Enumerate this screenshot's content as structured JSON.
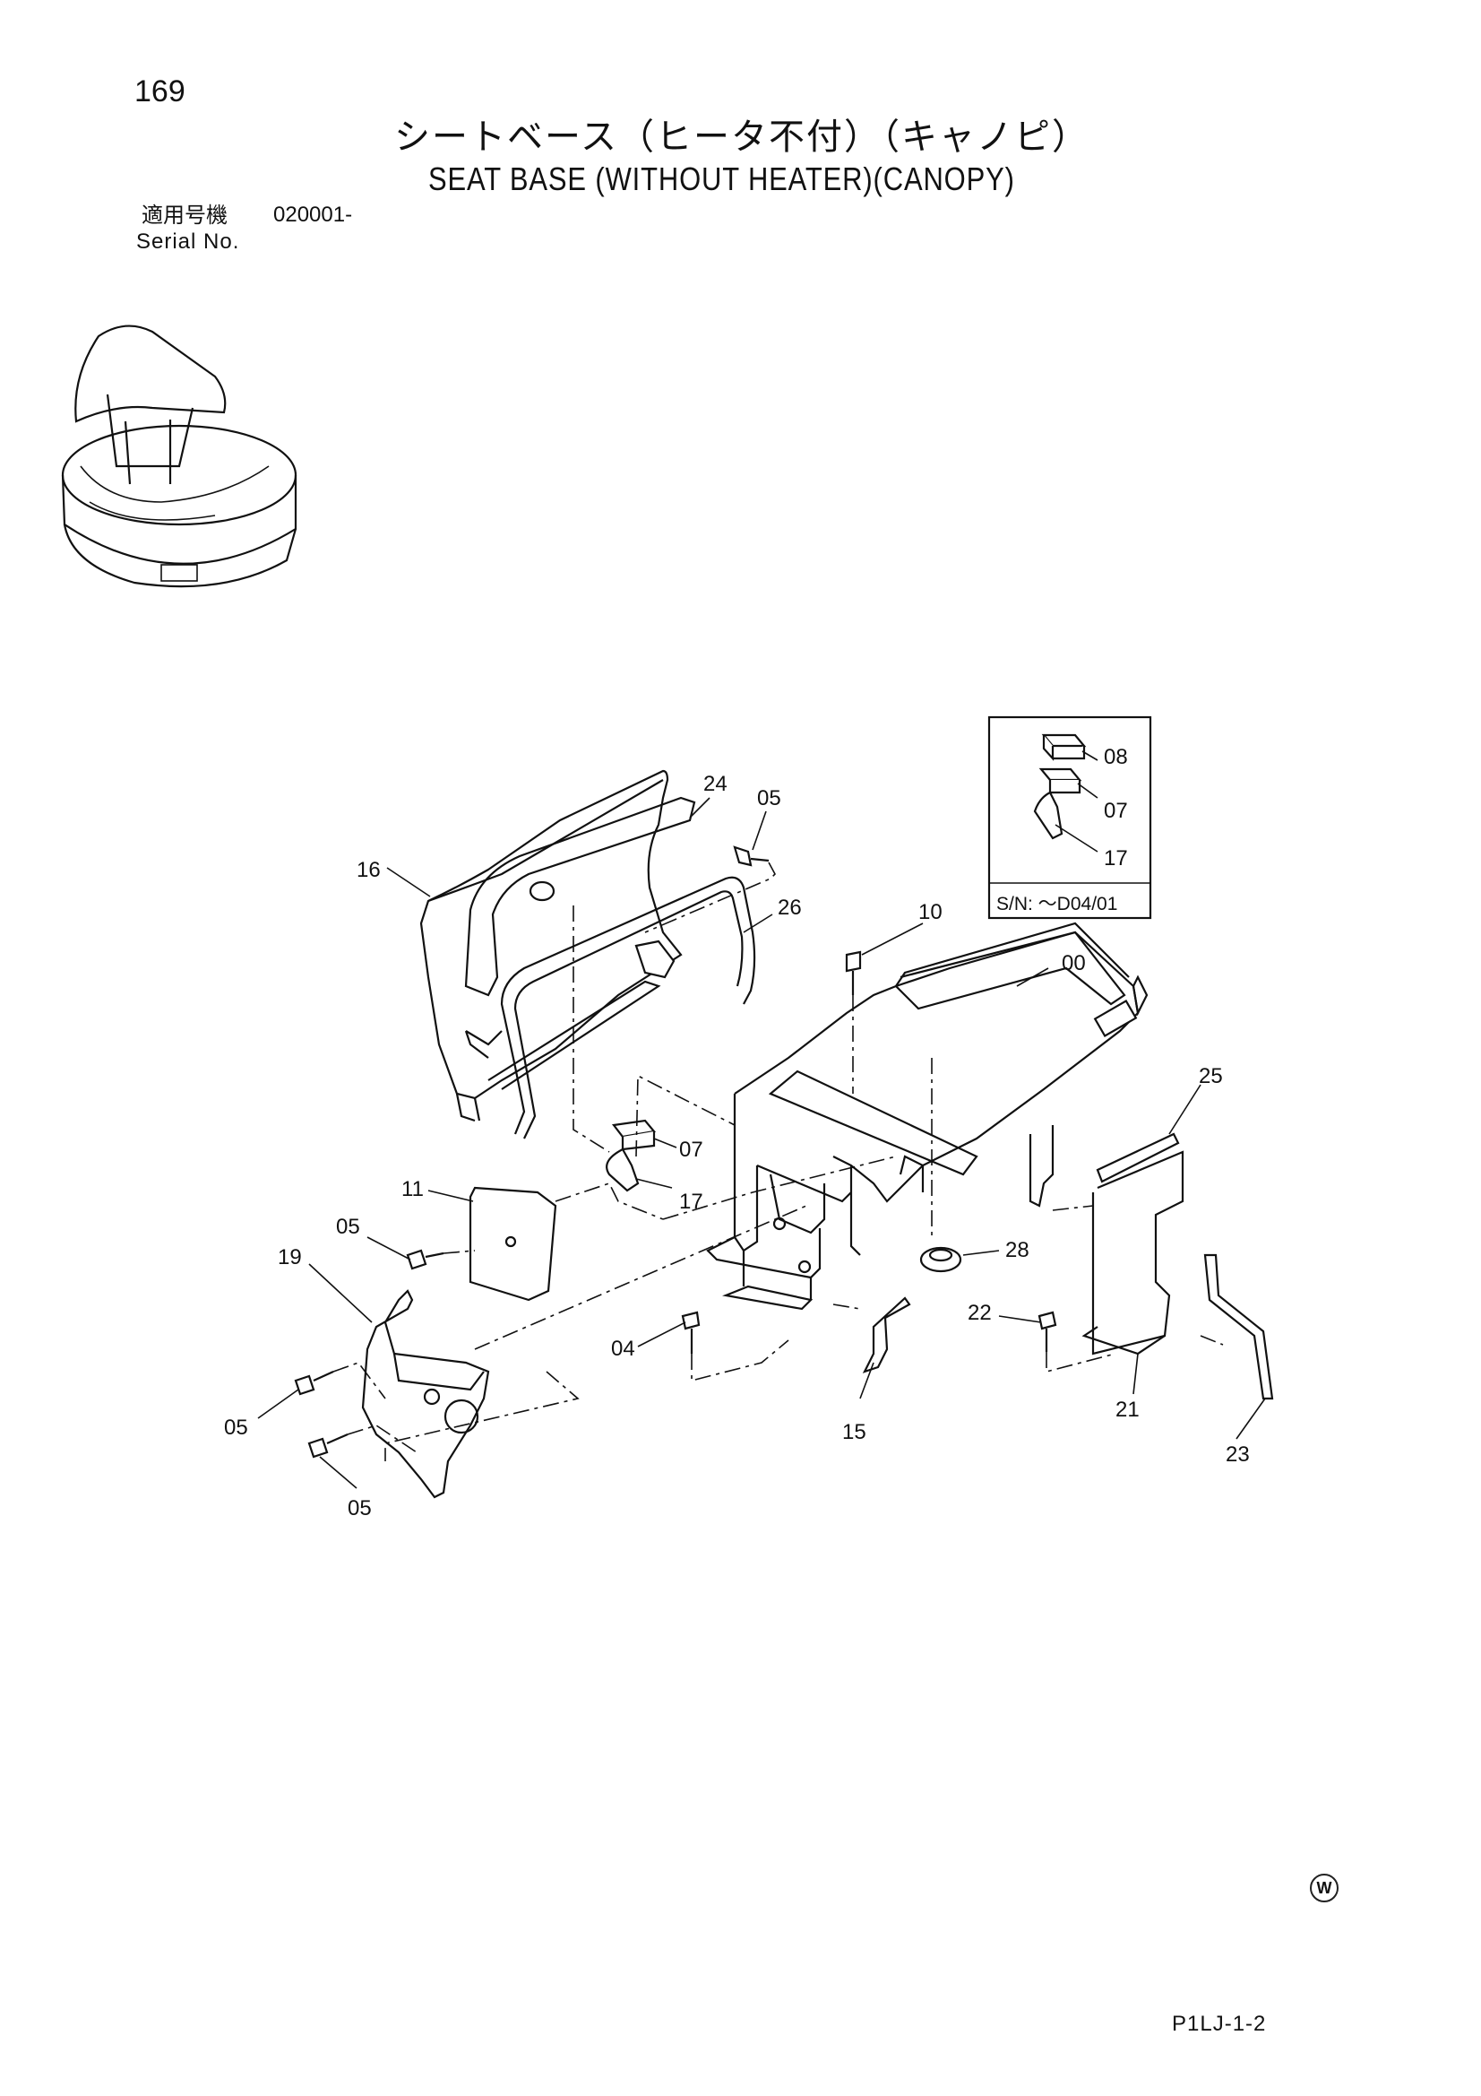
{
  "page": {
    "number": "169",
    "title_jp": "シートベース（ヒータ不付）（キャノピ）",
    "title_en": "SEAT BASE (WITHOUT HEATER)(CANOPY)",
    "serial_label_jp": "適用号機",
    "serial_value": "020001-",
    "serial_label_en": "Serial No.",
    "drawing_code": "P1LJ-1-2",
    "mark": "W"
  },
  "inset": {
    "serial_note": "S/N: ～D04/01",
    "labels": [
      "08",
      "07",
      "17"
    ]
  },
  "callouts": {
    "c00": "00",
    "c04": "04",
    "c05a": "05",
    "c05b": "05",
    "c05c": "05",
    "c05d": "05",
    "c07": "07",
    "c10": "10",
    "c11": "11",
    "c15": "15",
    "c16": "16",
    "c17": "17",
    "c19": "19",
    "c21": "21",
    "c22": "22",
    "c23": "23",
    "c24": "24",
    "c25": "25",
    "c26": "26",
    "c28": "28"
  }
}
